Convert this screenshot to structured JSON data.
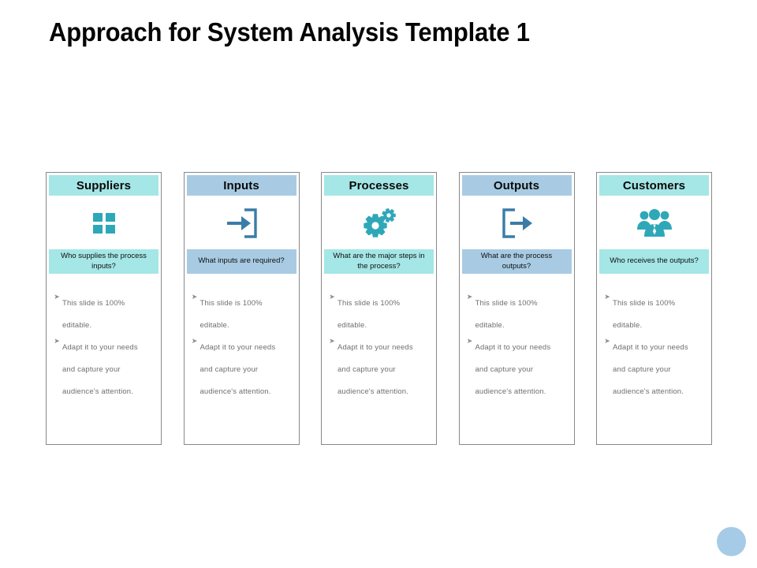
{
  "slide": {
    "title": "Approach for System Analysis Template 1",
    "background_color": "#ffffff"
  },
  "theme": {
    "cyan_header": "#a5e6e6",
    "blue_header": "#a8cbe3",
    "cyan_icon": "#2ea8b8",
    "blue_icon": "#3a7ca8",
    "card_border": "#888888",
    "body_text": "#6f6f6f",
    "decor_circle": "#a5cbe6"
  },
  "columns": [
    {
      "title": "Suppliers",
      "caption": "Who supplies the process inputs?",
      "icon": "four-squares-grid-icon",
      "accent": "cyan",
      "bullets": [
        {
          "lines": [
            "This slide is 100%",
            "editable."
          ]
        },
        {
          "lines": [
            "Adapt it to your needs",
            "and capture your",
            "audience's attention."
          ]
        }
      ]
    },
    {
      "title": "Inputs",
      "caption": "What inputs are required?",
      "icon": "arrow-into-box-icon",
      "accent": "blue",
      "bullets": [
        {
          "lines": [
            "This slide is 100%",
            "editable."
          ]
        },
        {
          "lines": [
            "Adapt it to your needs",
            "and capture your",
            "audience's attention."
          ]
        }
      ]
    },
    {
      "title": "Processes",
      "caption": "What are the major steps in the process?",
      "icon": "gears-icon",
      "accent": "cyan",
      "bullets": [
        {
          "lines": [
            "This slide is 100%",
            "editable."
          ]
        },
        {
          "lines": [
            "Adapt it to your needs",
            "and capture your",
            "audience's attention."
          ]
        }
      ]
    },
    {
      "title": "Outputs",
      "caption": "What are the process outputs?",
      "icon": "arrow-out-of-box-icon",
      "accent": "blue",
      "bullets": [
        {
          "lines": [
            "This slide is 100%",
            "editable."
          ]
        },
        {
          "lines": [
            "Adapt it to your needs",
            "and capture your",
            "audience's attention."
          ]
        }
      ]
    },
    {
      "title": "Customers",
      "caption": "Who receives the outputs?",
      "icon": "people-group-icon",
      "accent": "cyan",
      "bullets": [
        {
          "lines": [
            "This slide is 100%",
            "editable."
          ]
        },
        {
          "lines": [
            "Adapt it to your needs",
            "and capture your",
            "audience's attention."
          ]
        }
      ]
    }
  ],
  "bullet_glyph": "➤",
  "decorations": [
    {
      "name": "circle-decoration-bottom-right",
      "shape": "circle",
      "color": "#a5cbe6"
    }
  ]
}
